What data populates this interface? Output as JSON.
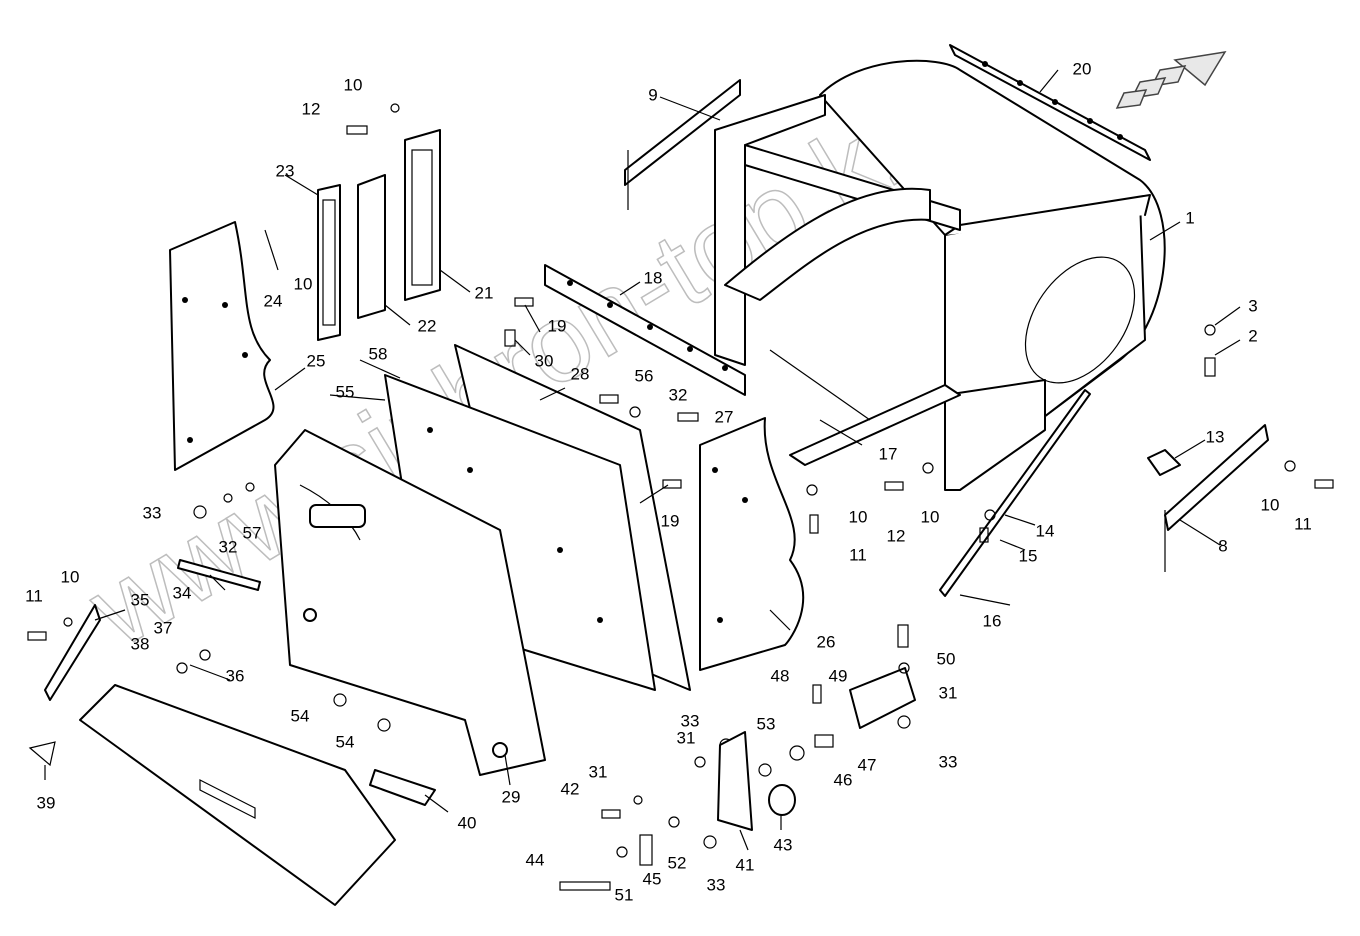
{
  "watermark": "www.sinhron-top.kz",
  "callouts": [
    {
      "id": "c1",
      "text": "1"
    },
    {
      "id": "c2",
      "text": "2"
    },
    {
      "id": "c3",
      "text": "3"
    },
    {
      "id": "c8",
      "text": "8"
    },
    {
      "id": "c9",
      "text": "9"
    },
    {
      "id": "c10a",
      "text": "10"
    },
    {
      "id": "c10b",
      "text": "10"
    },
    {
      "id": "c10c",
      "text": "10"
    },
    {
      "id": "c10d",
      "text": "10"
    },
    {
      "id": "c10e",
      "text": "10"
    },
    {
      "id": "c10f",
      "text": "10"
    },
    {
      "id": "c11a",
      "text": "11"
    },
    {
      "id": "c11b",
      "text": "11"
    },
    {
      "id": "c11c",
      "text": "11"
    },
    {
      "id": "c12a",
      "text": "12"
    },
    {
      "id": "c12b",
      "text": "12"
    },
    {
      "id": "c13",
      "text": "13"
    },
    {
      "id": "c14",
      "text": "14"
    },
    {
      "id": "c15",
      "text": "15"
    },
    {
      "id": "c16",
      "text": "16"
    },
    {
      "id": "c17",
      "text": "17"
    },
    {
      "id": "c18",
      "text": "18"
    },
    {
      "id": "c19a",
      "text": "19"
    },
    {
      "id": "c19b",
      "text": "19"
    },
    {
      "id": "c20",
      "text": "20"
    },
    {
      "id": "c21",
      "text": "21"
    },
    {
      "id": "c22",
      "text": "22"
    },
    {
      "id": "c23",
      "text": "23"
    },
    {
      "id": "c24",
      "text": "24"
    },
    {
      "id": "c25",
      "text": "25"
    },
    {
      "id": "c26",
      "text": "26"
    },
    {
      "id": "c27",
      "text": "27"
    },
    {
      "id": "c28",
      "text": "28"
    },
    {
      "id": "c29",
      "text": "29"
    },
    {
      "id": "c30",
      "text": "30"
    },
    {
      "id": "c31a",
      "text": "31"
    },
    {
      "id": "c31b",
      "text": "31"
    },
    {
      "id": "c31c",
      "text": "31"
    },
    {
      "id": "c32a",
      "text": "32"
    },
    {
      "id": "c32b",
      "text": "32"
    },
    {
      "id": "c33a",
      "text": "33"
    },
    {
      "id": "c33b",
      "text": "33"
    },
    {
      "id": "c33c",
      "text": "33"
    },
    {
      "id": "c33d",
      "text": "33"
    },
    {
      "id": "c34",
      "text": "34"
    },
    {
      "id": "c35",
      "text": "35"
    },
    {
      "id": "c36",
      "text": "36"
    },
    {
      "id": "c37",
      "text": "37"
    },
    {
      "id": "c38",
      "text": "38"
    },
    {
      "id": "c39",
      "text": "39"
    },
    {
      "id": "c40",
      "text": "40"
    },
    {
      "id": "c41",
      "text": "41"
    },
    {
      "id": "c42",
      "text": "42"
    },
    {
      "id": "c43",
      "text": "43"
    },
    {
      "id": "c44",
      "text": "44"
    },
    {
      "id": "c45",
      "text": "45"
    },
    {
      "id": "c46",
      "text": "46"
    },
    {
      "id": "c47",
      "text": "47"
    },
    {
      "id": "c48",
      "text": "48"
    },
    {
      "id": "c49",
      "text": "49"
    },
    {
      "id": "c50",
      "text": "50"
    },
    {
      "id": "c51",
      "text": "51"
    },
    {
      "id": "c52",
      "text": "52"
    },
    {
      "id": "c53",
      "text": "53"
    },
    {
      "id": "c54a",
      "text": "54"
    },
    {
      "id": "c54b",
      "text": "54"
    },
    {
      "id": "c55",
      "text": "55"
    },
    {
      "id": "c56",
      "text": "56"
    },
    {
      "id": "c57",
      "text": "57"
    },
    {
      "id": "c58",
      "text": "58"
    }
  ]
}
